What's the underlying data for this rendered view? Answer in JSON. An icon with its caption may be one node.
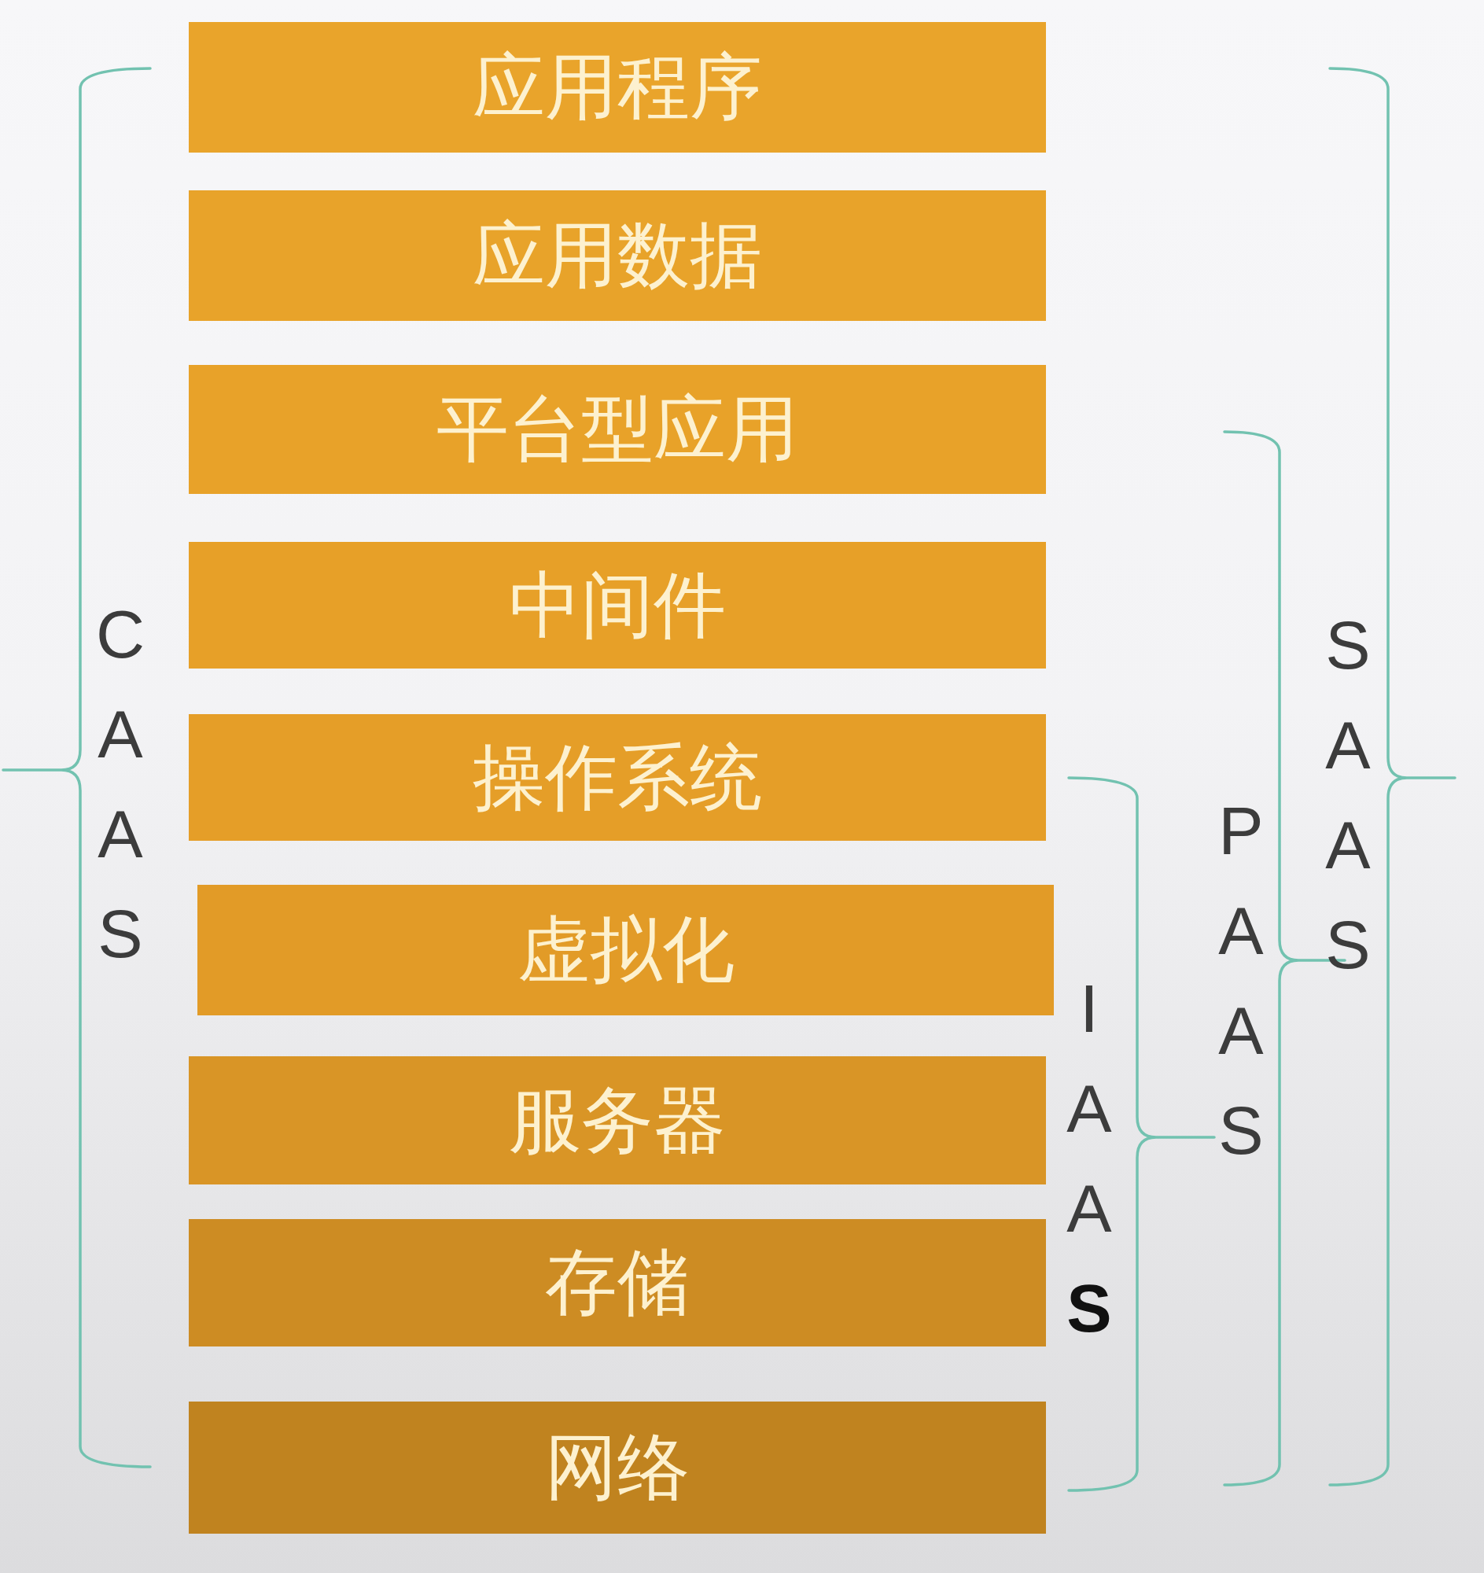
{
  "diagram": {
    "nodes": [
      {
        "text": [
          "应用程序"
        ]
      },
      {
        "text": [
          "应用数据"
        ]
      },
      {
        "text": [
          "平台型应用"
        ]
      },
      {
        "text": [
          "中间件"
        ]
      },
      {
        "text": [
          "操作系统"
        ]
      },
      {
        "text": [
          "虚拟化"
        ]
      },
      {
        "text": [
          "服务器"
        ]
      },
      {
        "text": [
          "存储"
        ]
      },
      {
        "text": [
          "网络"
        ]
      }
    ],
    "labels": [
      "CAAS",
      "IAA**S**",
      "PAAS",
      "SAAS"
    ]
  }
}
